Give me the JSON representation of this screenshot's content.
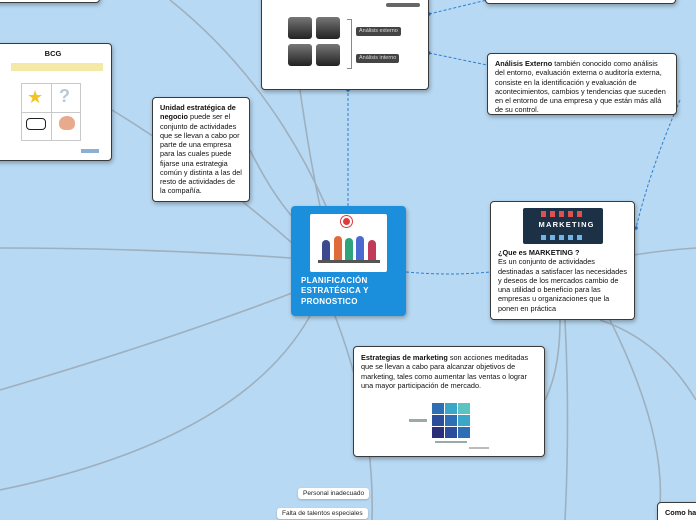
{
  "central": {
    "title": "PLANIFICACIÓN ESTRATÉGICA Y PRONOSTICO"
  },
  "bcg": {
    "title": "BCG"
  },
  "unidad": {
    "bold": "Unidad estratégica de negocio",
    "text": " puede ser el conjunto de actividades que se llevan a cabo por parte de una empresa para las cuales puede fijarse una estrategia común y distinta a las del resto de actividades de la compañía."
  },
  "analisis_externo": {
    "bold": "Análisis Externo",
    "text": " también conocido como análisis del entorno, evaluación externa o auditoría externa, consiste en la identificación y evaluación de acontecimientos, cambios y tendencias que suceden en el entorno de una empresa y que están más allá de su control."
  },
  "swot_image": {
    "label_1": "Análisis externo",
    "label_2": "Análisis interno"
  },
  "marketing": {
    "image_text": "MARKETING",
    "bold": "¿Que es MARKETING ?",
    "text": "Es un conjunto de actividades destinadas a satisfacer las necesidades y deseos de los mercados  cambio de una utilidad o beneficio para las empresas u organizaciones que la ponen en práctica"
  },
  "estrategias": {
    "bold": "Estrategias de marketing",
    "text": " son acciones meditadas que se llevan a cabo para alcanzar objetivos de marketing, tales como aumentar las ventas o lograr una mayor participación de mercado."
  },
  "small_nodes": {
    "personal": "Personal inadecuado",
    "talentos": "Falta de talentos especiales"
  },
  "edge_node": {
    "text": "Como ha"
  },
  "colors": {
    "background": "#b8d9f3",
    "central": "#1c8fdc",
    "node_border": "#3a3a3a",
    "link_solid": "#9fb3c4",
    "link_dashed": "#2d7fd0"
  }
}
